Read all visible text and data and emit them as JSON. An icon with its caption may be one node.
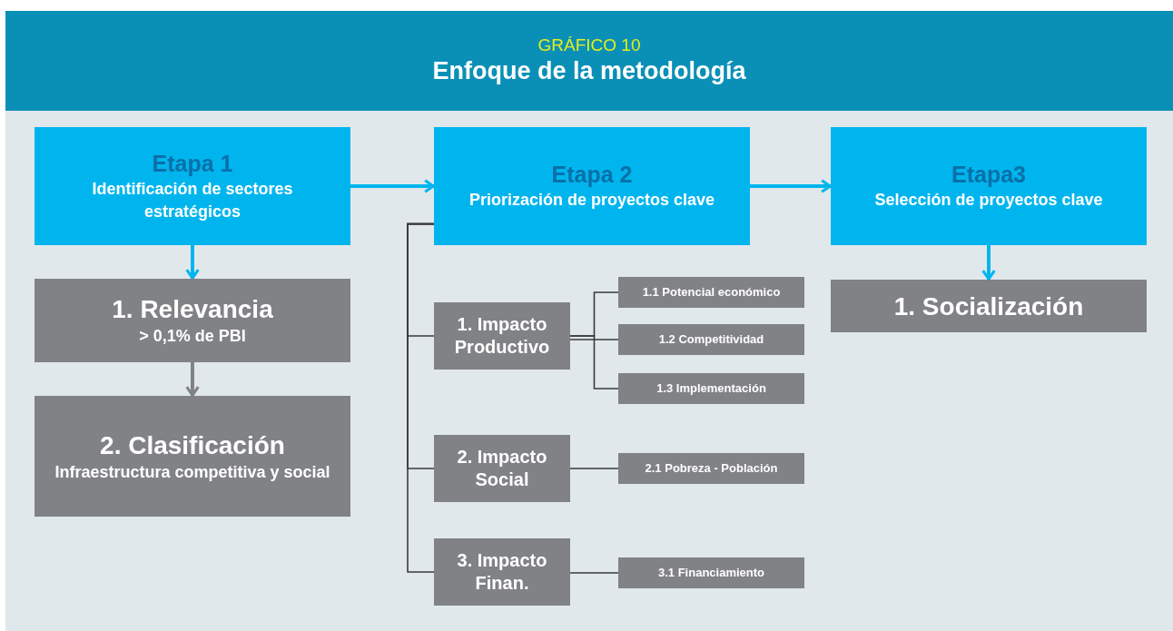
{
  "diagram": {
    "title": "Enfoque de la metodología",
    "nodes": [
      {
        "text": [
          "Etapa 1",
          "Identificación de sectores estratégicos"
        ]
      },
      {
        "text": [
          "Etapa 2",
          "Priorización de proyectos clave"
        ]
      },
      {
        "text": [
          "Etapa3",
          "Selección de proyectos clave"
        ]
      },
      {
        "text": [
          "1. Relevancia",
          "> 0,1% de PBI"
        ]
      },
      {
        "text": [
          "2. Clasificación",
          "Infraestructura competitiva y social"
        ]
      },
      {
        "text": [
          "1. Impacto Productivo"
        ]
      },
      {
        "text": [
          "1.1 Potencial económico"
        ]
      },
      {
        "text": [
          "1.2 Competitividad"
        ]
      },
      {
        "text": [
          "1.3 Implementación"
        ]
      },
      {
        "text": [
          "2. Impacto Social"
        ]
      },
      {
        "text": [
          "2.1 Pobreza - Población"
        ]
      },
      {
        "text": [
          "3. Impacto Finan."
        ]
      },
      {
        "text": [
          "3.1 Financiamiento"
        ]
      },
      {
        "text": [
          "1. Socialización"
        ]
      }
    ],
    "edges": [
      {
        "from": 0,
        "to": 1,
        "arrow": "to",
        "style": "thick",
        "color": "#00b5ee"
      },
      {
        "from": 1,
        "to": 2,
        "arrow": "to",
        "style": "thick",
        "color": "#00b5ee"
      },
      {
        "from": 0,
        "to": 3,
        "arrow": "to",
        "style": "thick",
        "color": "#00b5ee"
      },
      {
        "from": 3,
        "to": 4,
        "arrow": "to",
        "style": "thick",
        "color": "#808285"
      },
      {
        "from": 2,
        "to": 13,
        "arrow": "to",
        "style": "thick",
        "color": "#00b5ee"
      },
      {
        "from": 1,
        "to": 5,
        "arrow": "none"
      },
      {
        "from": 1,
        "to": 9,
        "arrow": "none"
      },
      {
        "from": 1,
        "to": 11,
        "arrow": "none"
      },
      {
        "from": 5,
        "to": 6,
        "arrow": "none"
      },
      {
        "from": 5,
        "to": 7,
        "arrow": "none"
      },
      {
        "from": 5,
        "to": 8,
        "arrow": "none"
      },
      {
        "from": 9,
        "to": 10,
        "arrow": "none"
      },
      {
        "from": 11,
        "to": 12,
        "arrow": "none"
      }
    ],
    "labels": [
      "GRÁFICO 10"
    ]
  }
}
